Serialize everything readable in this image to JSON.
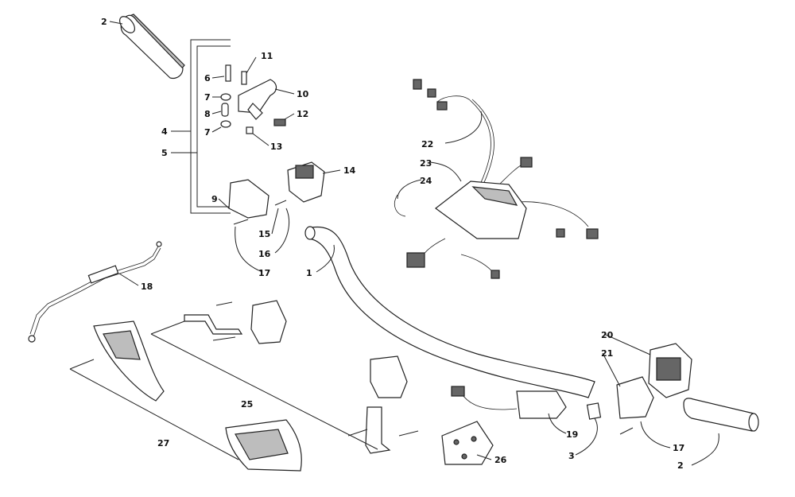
{
  "callouts": {
    "c1": "1",
    "c2a": "2",
    "c2b": "2",
    "c3": "3",
    "c4": "4",
    "c5": "5",
    "c6": "6",
    "c7a": "7",
    "c7b": "7",
    "c8": "8",
    "c9": "9",
    "c10": "10",
    "c11": "11",
    "c12": "12",
    "c13": "13",
    "c14": "14",
    "c15": "15",
    "c16": "16",
    "c17a": "17",
    "c17b": "17",
    "c18": "18",
    "c19": "19",
    "c20": "20",
    "c21": "21",
    "c22": "22",
    "c23": "23",
    "c24": "24",
    "c25": "25",
    "c26": "26",
    "c27": "27"
  },
  "colors": {
    "line": "#222222",
    "shade": "#bdbdbd",
    "background": "#ffffff"
  }
}
